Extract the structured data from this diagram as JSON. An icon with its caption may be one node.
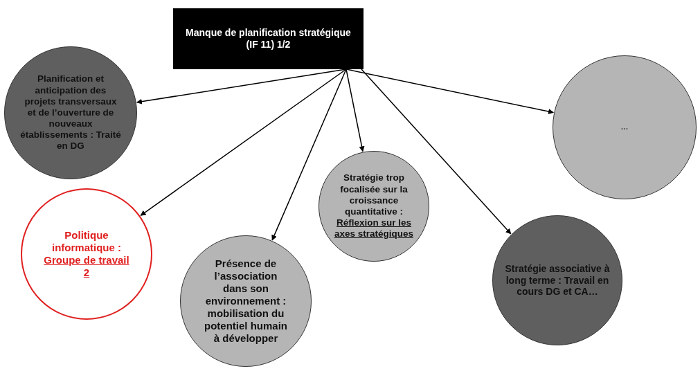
{
  "diagram": {
    "nodes": [
      {
        "text": [
          "Manque de planification stratégique (IF 11) 1/2"
        ]
      },
      {
        "text": [
          "Planification et anticipation des projets transversaux et de l’ouverture de nouveaux établissements : Traité en DG"
        ]
      },
      {
        "text": [
          "Politique informatique :",
          "Groupe de travail 2"
        ]
      },
      {
        "text": [
          "Présence de l’association dans son environnement : mobilisation du potentiel humain à développer"
        ]
      },
      {
        "text": [
          "Stratégie trop focalisée sur la croissance quantitative :",
          "Réflexion sur les axes stratégiques"
        ]
      },
      {
        "text": [
          "Stratégie associative à long terme : Travail en cours DG et CA…"
        ]
      },
      {
        "text": [
          "…"
        ]
      }
    ],
    "edges": [
      {
        "from": 0,
        "to": 1,
        "arrow": "to"
      },
      {
        "from": 0,
        "to": 2,
        "arrow": "to"
      },
      {
        "from": 0,
        "to": 3,
        "arrow": "to"
      },
      {
        "from": 0,
        "to": 4,
        "arrow": "to"
      },
      {
        "from": 0,
        "to": 5,
        "arrow": "to"
      },
      {
        "from": 0,
        "to": 6,
        "arrow": "to"
      }
    ]
  }
}
